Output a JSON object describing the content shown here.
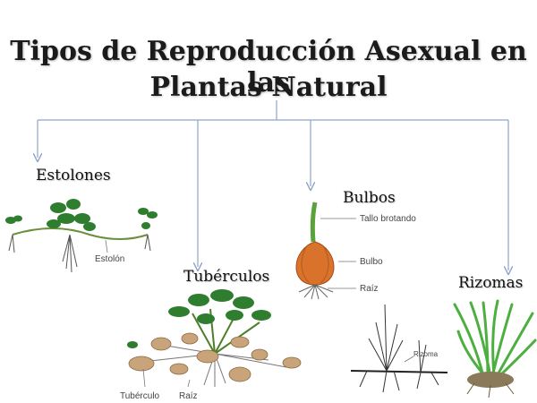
{
  "title": {
    "line1": "Tipos de Reproducción Asexual en las",
    "line2": "Plantas Natural"
  },
  "categories": {
    "estolones": "Estolones",
    "bulbos": "Bulbos",
    "tuberculos": "Tubérculos",
    "rizomas": "Rizomas"
  },
  "labels": {
    "estolon": "Estolón",
    "tallo_brotando": "Tallo brotando",
    "bulbo": "Bulbo",
    "raiz_bulbo": "Raíz",
    "tuberculo": "Tubérculo",
    "raiz_tuberculo": "Raíz",
    "rizoma": "Rizoma"
  },
  "colors": {
    "arrow": "#8ea5c9",
    "leaf": "#2f7d2f",
    "bulb": "#d9722a",
    "tuber": "#c9a47a"
  }
}
